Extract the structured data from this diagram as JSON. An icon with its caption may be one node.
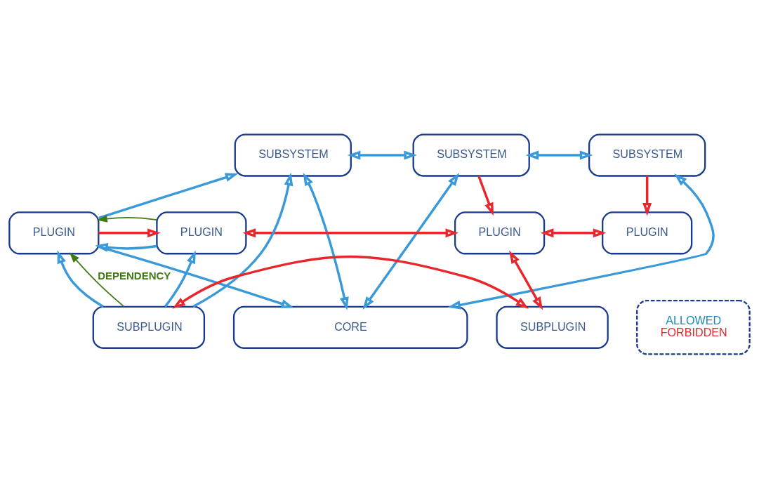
{
  "diagram": {
    "nodes": [
      {
        "text": [
          "CORE"
        ]
      },
      {
        "text": [
          "SUBSYSTEM"
        ]
      },
      {
        "text": [
          "SUBSYSTEM"
        ]
      },
      {
        "text": [
          "SUBSYSTEM"
        ]
      },
      {
        "text": [
          "PLUGIN"
        ]
      },
      {
        "text": [
          "PLUGIN"
        ]
      },
      {
        "text": [
          "PLUGIN"
        ]
      },
      {
        "text": [
          "PLUGIN"
        ]
      },
      {
        "text": [
          "SUBPLUGIN"
        ]
      },
      {
        "text": [
          "SUBPLUGIN"
        ]
      },
      {
        "text": [
          "ALLOWED",
          "FORBIDDEN"
        ]
      }
    ],
    "edges": [
      {
        "from": 1,
        "to": 0,
        "arrow": "both"
      },
      {
        "from": 2,
        "to": 0,
        "arrow": "both"
      },
      {
        "from": 3,
        "to": 0,
        "arrow": "both"
      },
      {
        "from": 1,
        "to": 2,
        "arrow": "both"
      },
      {
        "from": 2,
        "to": 3,
        "arrow": "both"
      },
      {
        "from": 4,
        "to": 0,
        "arrow": "to"
      },
      {
        "from": 4,
        "to": 1,
        "arrow": "to"
      },
      {
        "from": 8,
        "to": 1,
        "arrow": "to"
      },
      {
        "from": 8,
        "to": 4,
        "arrow": "to"
      },
      {
        "from": 8,
        "to": 5,
        "arrow": "to"
      },
      {
        "from": 5,
        "to": 4,
        "arrow": "to"
      },
      {
        "from": 4,
        "to": 5,
        "arrow": "to",
        "color": "#e8262b"
      },
      {
        "from": 5,
        "to": 6,
        "arrow": "both",
        "color": "#e8262b"
      },
      {
        "from": 6,
        "to": 7,
        "arrow": "both",
        "color": "#e8262b"
      },
      {
        "from": 2,
        "to": 6,
        "arrow": "to",
        "color": "#e8262b"
      },
      {
        "from": 3,
        "to": 7,
        "arrow": "to",
        "color": "#e8262b"
      },
      {
        "from": 6,
        "to": 9,
        "arrow": "both",
        "color": "#e8262b"
      },
      {
        "from": 8,
        "to": 9,
        "arrow": "both",
        "color": "#e8262b"
      },
      {
        "from": 5,
        "to": 4,
        "arrow": "to",
        "color": "#3f7a12"
      },
      {
        "from": 8,
        "to": 4,
        "arrow": "to",
        "color": "#3f7a12",
        "label": "DEPENDENCY"
      }
    ]
  }
}
